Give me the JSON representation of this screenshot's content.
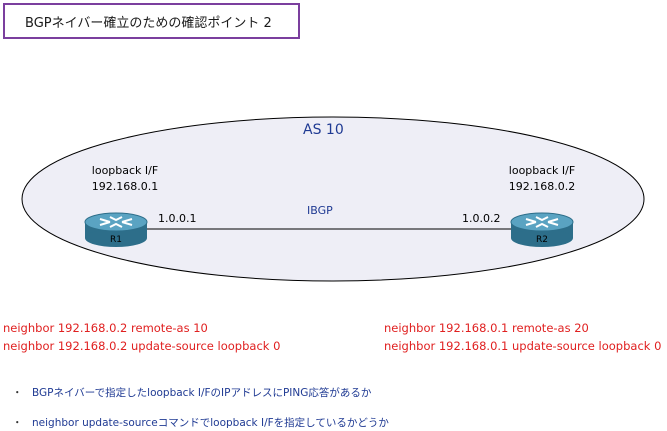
{
  "title": "BGPネイバー確立のための確認ポイント 2",
  "as_label": "AS 10",
  "r1": {
    "name": "R1",
    "loopback_label": "loopback I/F",
    "loopback_ip": "192.168.0.1",
    "link_ip": "1.0.0.1",
    "config": [
      "neighbor 192.168.0.2 remote-as 10",
      "neighbor 192.168.0.2 update-source loopback 0"
    ]
  },
  "r2": {
    "name": "R2",
    "loopback_label": "loopback I/F",
    "loopback_ip": "192.168.0.2",
    "link_ip": "1.0.0.2",
    "config": [
      "neighbor 192.168.0.1 remote-as 20",
      "neighbor 192.168.0.1 update-source loopback 0"
    ]
  },
  "link_label": "IBGP",
  "bullets": [
    {
      "marker": "・",
      "text": "BGPネイバーで指定したloopback I/FのIPアドレスにPING応答があるか"
    },
    {
      "marker": "・",
      "text": "neighbor update-sourceコマンドでloopback I/Fを指定しているかどうか"
    }
  ],
  "colors": {
    "title_border": "#7b3f9e",
    "as_area": "#eeeef6",
    "config_text": "#e02020",
    "label_blue": "#1f3a93",
    "router": "#3d8aa8"
  }
}
